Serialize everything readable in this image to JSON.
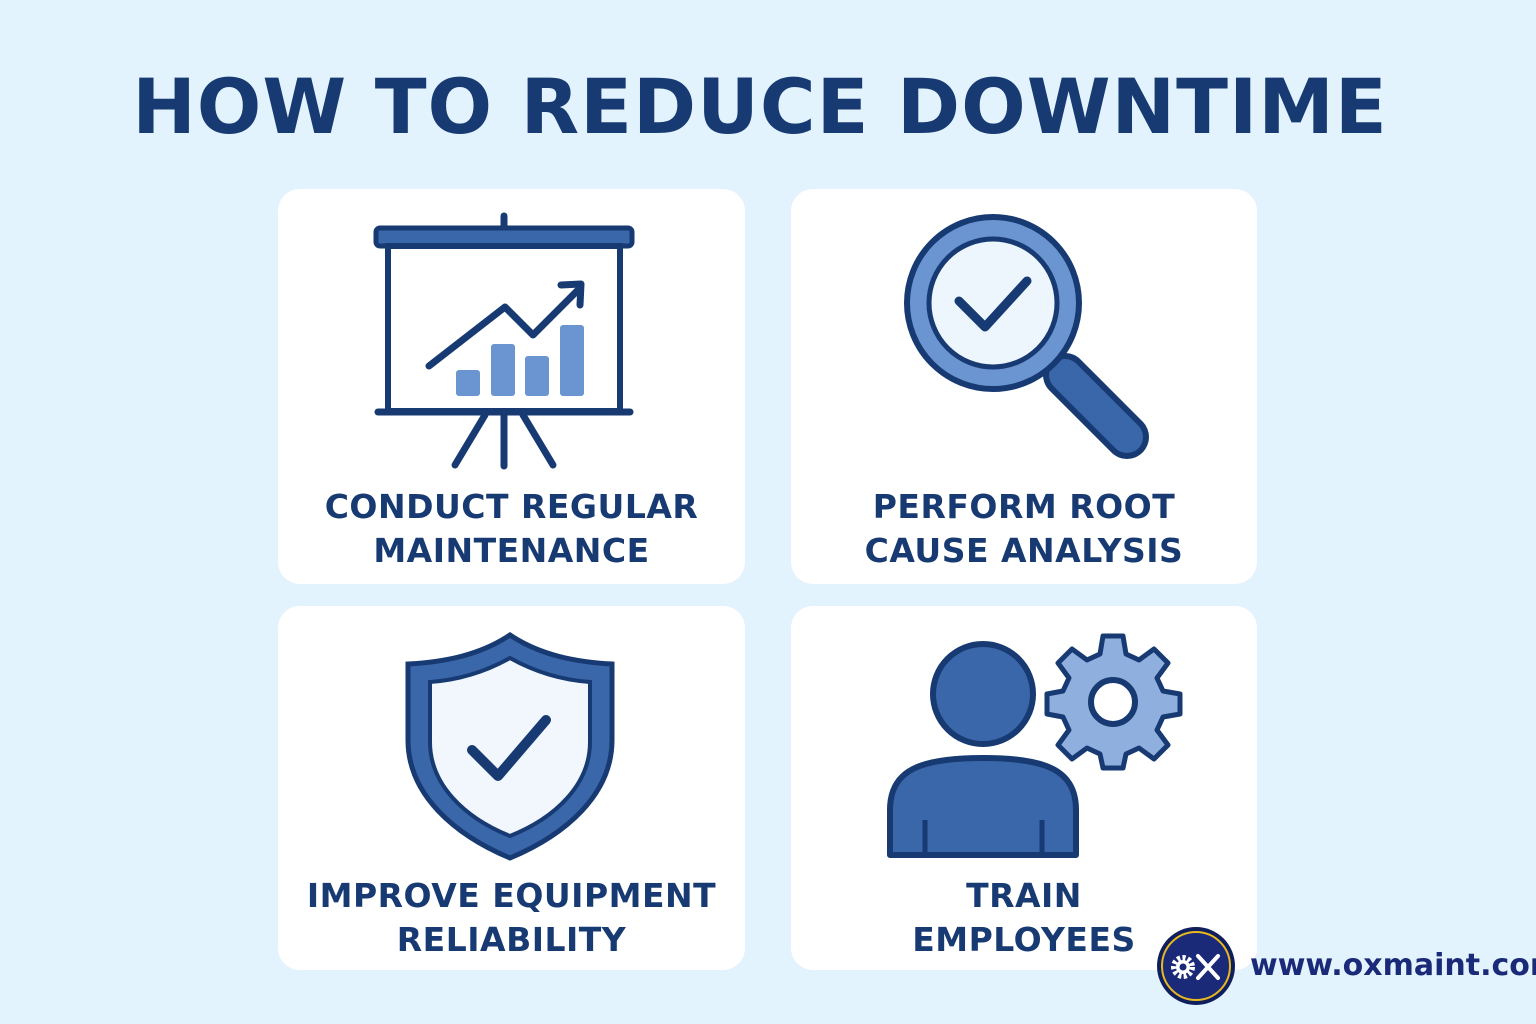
{
  "title": "HOW TO REDUCE DOWNTIME",
  "cards": [
    {
      "line1": "CONDUCT REGULAR",
      "line2": "MAINTENANCE",
      "icon": "presentation-chart-icon"
    },
    {
      "line1": "PERFORM ROOT",
      "line2": "CAUSE ANALYSIS",
      "icon": "magnifier-check-icon"
    },
    {
      "line1": "IMPROVE EQUIPMENT",
      "line2": "RELIABILITY",
      "icon": "shield-check-icon"
    },
    {
      "line1": "TRAIN",
      "line2": "EMPLOYEES",
      "icon": "person-gear-icon"
    }
  ],
  "footer": {
    "url": "www.oxmaint.com",
    "logo_text": "OX"
  },
  "colors": {
    "background": "#e3f3fd",
    "navy": "#173a72",
    "blue": "#3a67aa",
    "light_blue": "#6a95d0"
  }
}
